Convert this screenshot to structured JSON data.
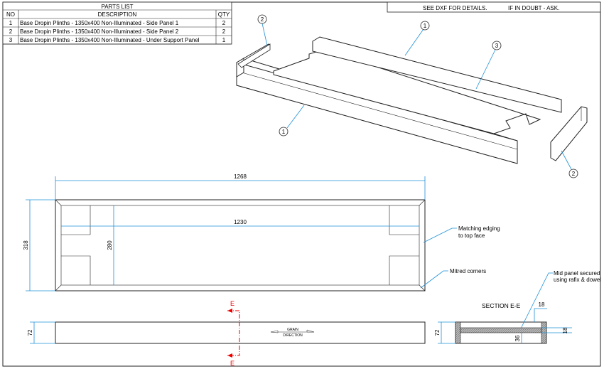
{
  "parts_list": {
    "title": "PARTS LIST",
    "headers": {
      "no": "NO",
      "description": "DESCRIPTION",
      "qty": "QTY"
    },
    "rows": [
      {
        "no": "1",
        "description": "Base Dropin Plinths - 1350x400 Non-Illuminated - Side Panel 1",
        "qty": "2"
      },
      {
        "no": "2",
        "description": "Base Dropin Plinths - 1350x400 Non-Illuminated - Side Panel 2",
        "qty": "2"
      },
      {
        "no": "3",
        "description": "Base Dropin Plinths - 1350x400 Non-Illuminated - Under Support Panel",
        "qty": "1"
      }
    ]
  },
  "notes": {
    "dxf": "SEE DXF FOR DETAILS.",
    "doubt": "IF IN DOUBT - ASK."
  },
  "balloons": {
    "b1": "1",
    "b2": "2",
    "b3": "3"
  },
  "plan": {
    "dim_length_outer": "1268",
    "dim_length_inner": "1230",
    "dim_width_outer": "318",
    "dim_width_inner": "280",
    "note_edging": [
      "Matching edging",
      "to top face"
    ],
    "note_mitred": "Mitred corners"
  },
  "elevation": {
    "dim_height": "72",
    "grain_top": "GRAIN",
    "grain_bottom": "DIRECTION",
    "section_mark": "E"
  },
  "section": {
    "title": "SECTION E-E",
    "dim_height": "72",
    "dim_thickness_top": "18",
    "dim_thickness_side": "18",
    "dim_offset": "36",
    "note": [
      "Mid panel secured",
      "using rafix & dowel"
    ]
  },
  "colors": {
    "dimension": "#1e90d8",
    "section_line": "#ee0000"
  }
}
